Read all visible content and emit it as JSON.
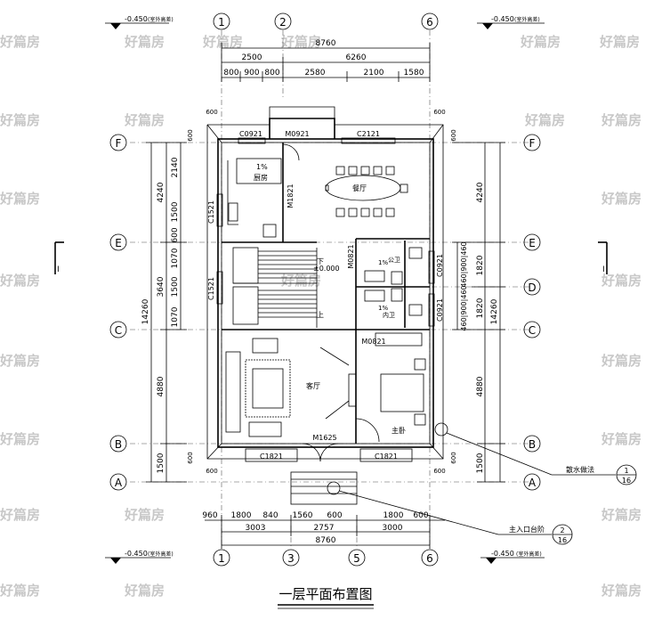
{
  "title": "一层平面布置图",
  "watermark": "好篇房",
  "elevation": {
    "value": "-0.450",
    "note": "(室外高差)"
  },
  "axes": {
    "top": [
      "1",
      "2",
      "6"
    ],
    "bottom": [
      "1",
      "3",
      "5",
      "6"
    ],
    "left": [
      "F",
      "E",
      "C",
      "B",
      "A"
    ],
    "right": [
      "F",
      "E",
      "D",
      "C",
      "B",
      "A"
    ]
  },
  "top_dims": {
    "total": "8760",
    "row1": [
      "2500",
      "6260"
    ],
    "row2": [
      "800",
      "900",
      "800",
      "2580",
      "2100",
      "1580"
    ],
    "side": [
      "600",
      "600"
    ]
  },
  "bottom_dims": {
    "row1": [
      "960",
      "1800",
      "840",
      "1560",
      "600",
      "1800",
      "600"
    ],
    "row2": [
      "3003",
      "2757",
      "3000"
    ],
    "total": "8760",
    "side": [
      "600",
      "600"
    ]
  },
  "left_dims": {
    "outer": [
      "4240",
      "3640",
      "4880",
      "1500"
    ],
    "inner": [
      "2140",
      "1500",
      "600",
      "1070",
      "1500",
      "1070"
    ],
    "total": "14260",
    "side": [
      "600",
      "600"
    ]
  },
  "right_dims": {
    "outer": [
      "4240",
      "1820",
      "1820",
      "4880",
      "1500"
    ],
    "inner_top": "460|900|460",
    "inner_bottom": "460|900|460",
    "total": "14260",
    "side": [
      "600",
      "600"
    ]
  },
  "rooms": {
    "kitchen": "厨房",
    "dining": "餐厅",
    "living": "客厅",
    "bedroom": "主卧",
    "bath_public": "公卫",
    "bath_inner": "内卫",
    "stair_up": "上",
    "stair_down": "下",
    "floor_level": "±0.000",
    "slope1": "1%",
    "slope2": "1%",
    "slope3": "1%"
  },
  "openings": {
    "c0921_top": "C0921",
    "m0921": "M0921",
    "c2121": "C2121",
    "m1821": "M1821",
    "c1521a": "C1521",
    "c1521b": "C1521",
    "m0821a": "M0821",
    "m0821b": "M0821",
    "c0921_r1": "C0921",
    "c0921_r2": "C0921",
    "m1625": "M1625",
    "c1821a": "C1821",
    "c1821b": "C1821"
  },
  "section_mark": "I",
  "callouts": [
    {
      "label": "散水做法",
      "num": "1",
      "sheet": "16"
    },
    {
      "label": "主入口台阶",
      "num": "2",
      "sheet": "16"
    }
  ]
}
